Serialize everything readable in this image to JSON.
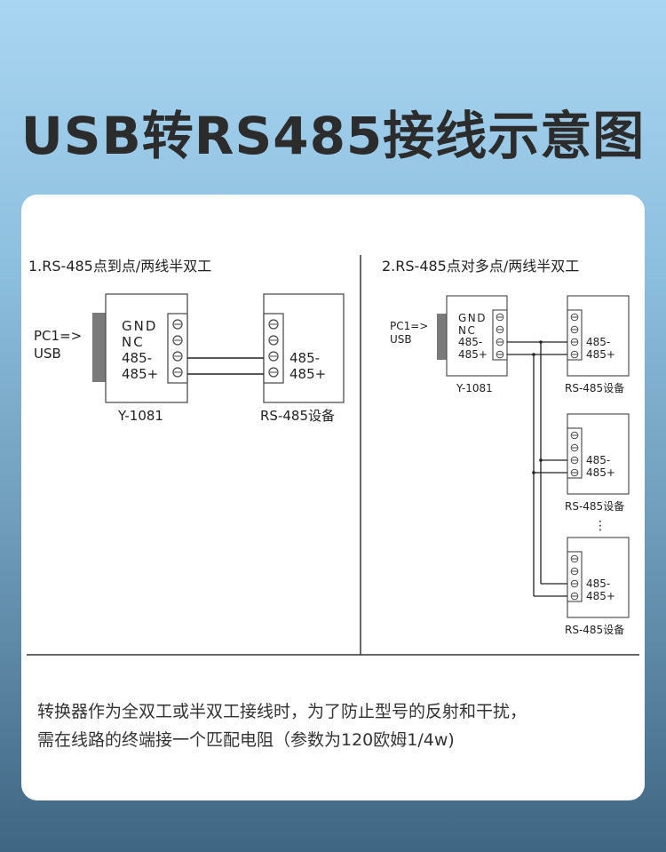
{
  "title": "USB转RS485接线示意图",
  "section1": {
    "heading": "1.RS-485点到点/两线半双工",
    "pc_label_line1": "PC1=>",
    "pc_label_line2": "USB",
    "converter_pins": [
      "GND",
      "NC",
      "485-",
      "485+"
    ],
    "converter_name": "Y-1081",
    "device_pins": [
      "485-",
      "485+"
    ],
    "device_name": "RS-485设备"
  },
  "section2": {
    "heading": "2.RS-485点对多点/两线半双工",
    "pc_label_line1": "PC1=>",
    "pc_label_line2": "USB",
    "converter_pins": [
      "GND",
      "NC",
      "485-",
      "485+"
    ],
    "converter_name": "Y-1081",
    "devices": [
      {
        "pins": [
          "485-",
          "485+"
        ],
        "name": "RS-485设备"
      },
      {
        "pins": [
          "485-",
          "485+"
        ],
        "name": "RS-485设备"
      },
      {
        "pins": [
          "485-",
          "485+"
        ],
        "name": "RS-485设备"
      }
    ],
    "ellipsis": "⋮"
  },
  "note": {
    "line1": "转换器作为全双工或半双工接线时，为了防止型号的反射和干扰，",
    "line2": "需在线路的终端接一个匹配电阻（参数为120欧姆1/4w)"
  }
}
